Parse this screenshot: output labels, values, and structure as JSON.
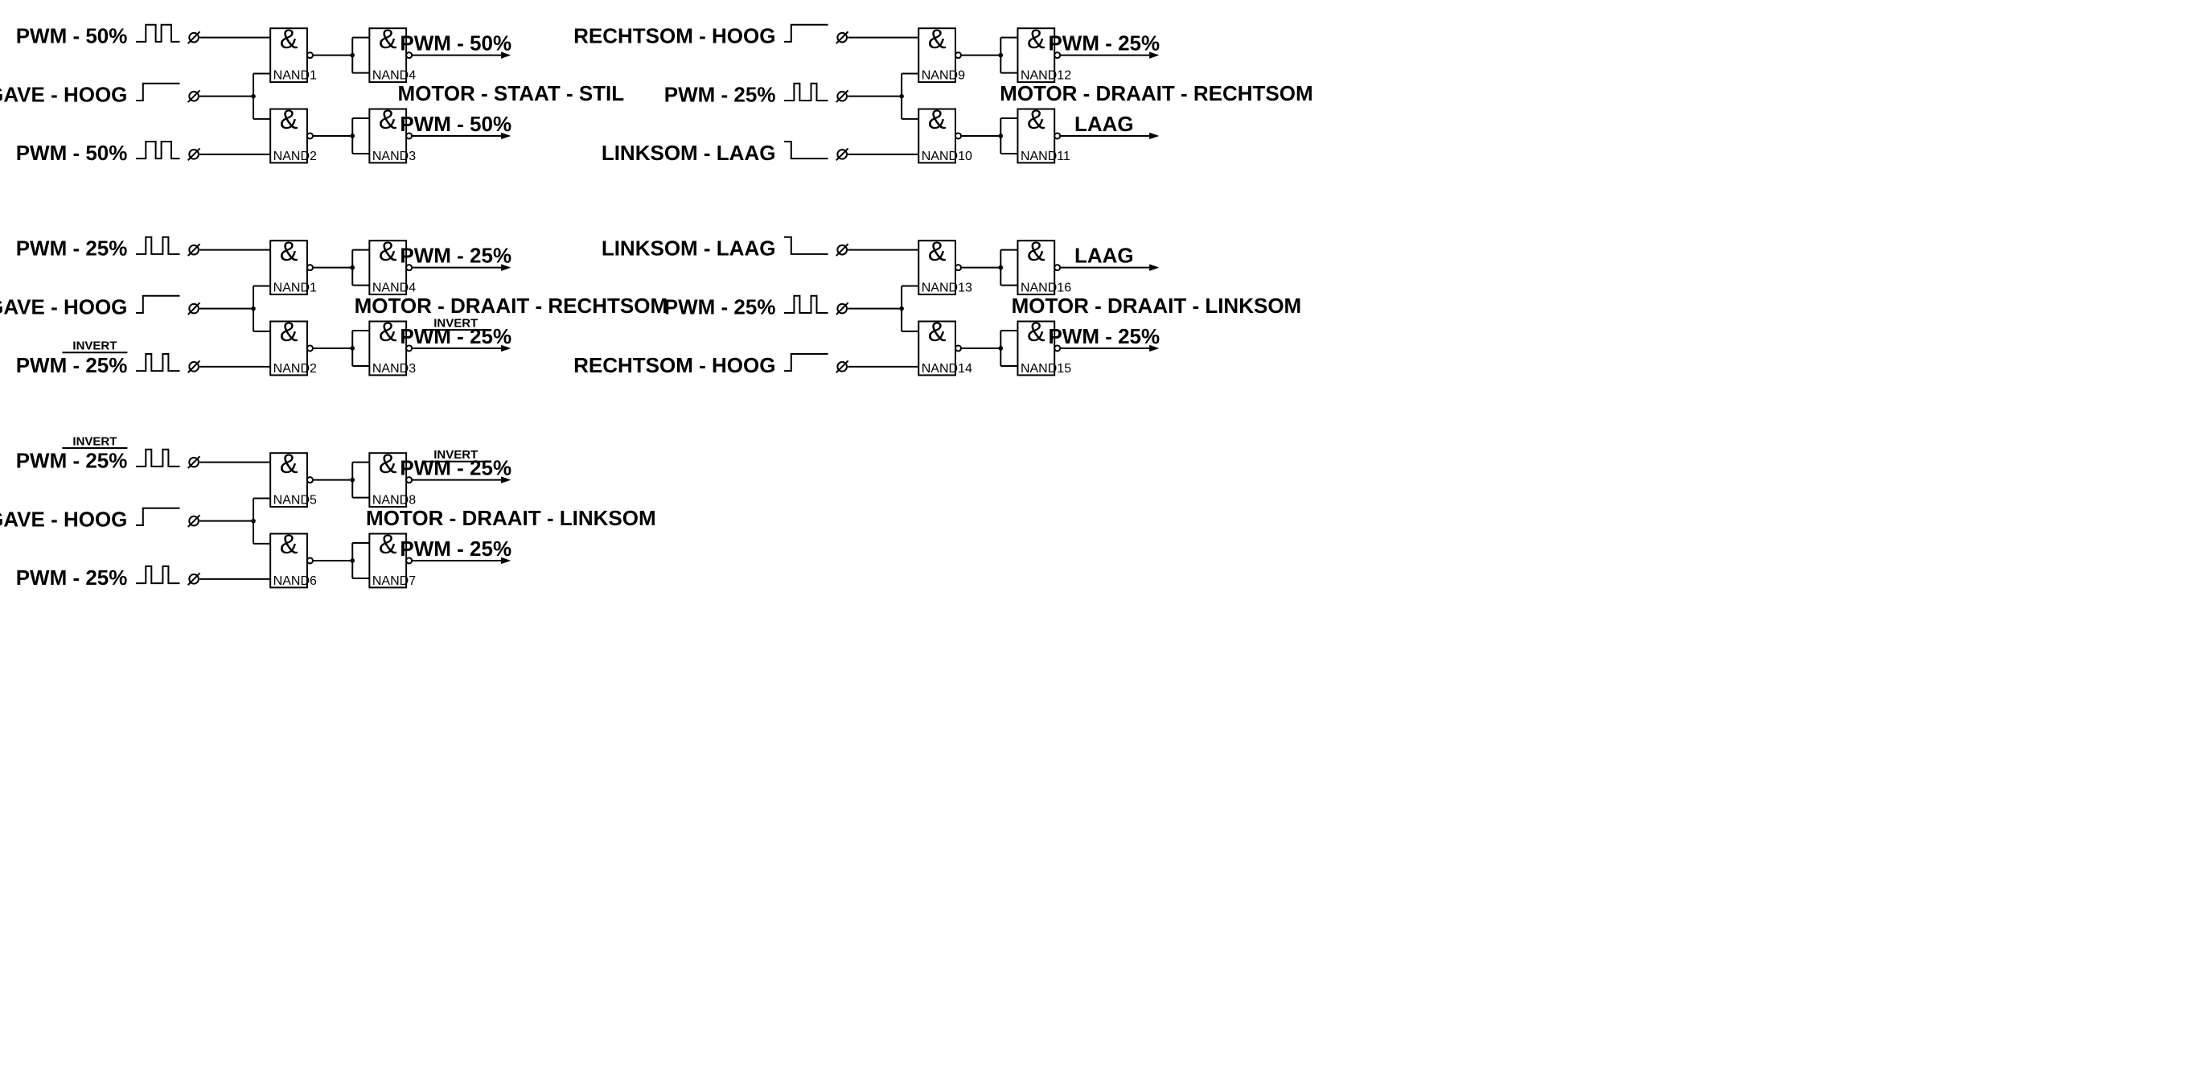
{
  "gate_symbol": "&",
  "colors": {
    "line": "#000000",
    "background": "#ffffff"
  },
  "circuits": [
    {
      "title": "MOTOR - STAAT - STIL",
      "inputs": [
        {
          "label": "PWM - 50%",
          "invert": "",
          "wave": "pwm50"
        },
        {
          "label": "VRIJGAVE - HOOG",
          "invert": "",
          "wave": "high"
        },
        {
          "label": "PWM - 50%",
          "invert": "",
          "wave": "pwm50"
        }
      ],
      "gates": [
        "NAND1",
        "NAND2",
        "NAND4",
        "NAND3"
      ],
      "outputs": [
        {
          "label": "PWM - 50%",
          "invert": ""
        },
        {
          "label": "PWM - 50%",
          "invert": ""
        }
      ]
    },
    {
      "title": "MOTOR - DRAAIT - RECHTSOM",
      "inputs": [
        {
          "label": "PWM - 25%",
          "invert": "",
          "wave": "pwm25"
        },
        {
          "label": "VRIJGAVE - HOOG",
          "invert": "",
          "wave": "high"
        },
        {
          "label": "PWM - 25%",
          "invert": "INVERT",
          "wave": "pwm25inv"
        }
      ],
      "gates": [
        "NAND1",
        "NAND2",
        "NAND4",
        "NAND3"
      ],
      "outputs": [
        {
          "label": "PWM - 25%",
          "invert": ""
        },
        {
          "label": "PWM - 25%",
          "invert": "INVERT"
        }
      ]
    },
    {
      "title": "MOTOR - DRAAIT - LINKSOM",
      "inputs": [
        {
          "label": "PWM - 25%",
          "invert": "INVERT",
          "wave": "pwm25inv"
        },
        {
          "label": "VRIJGAVE - HOOG",
          "invert": "",
          "wave": "high"
        },
        {
          "label": "PWM - 25%",
          "invert": "",
          "wave": "pwm25"
        }
      ],
      "gates": [
        "NAND5",
        "NAND6",
        "NAND8",
        "NAND7"
      ],
      "outputs": [
        {
          "label": "PWM - 25%",
          "invert": "INVERT"
        },
        {
          "label": "PWM - 25%",
          "invert": ""
        }
      ]
    },
    {
      "title": "MOTOR - DRAAIT - RECHTSOM",
      "inputs": [
        {
          "label": "RECHTSOM - HOOG",
          "invert": "",
          "wave": "high"
        },
        {
          "label": "PWM - 25%",
          "invert": "",
          "wave": "pwm25"
        },
        {
          "label": "LINKSOM - LAAG",
          "invert": "",
          "wave": "low"
        }
      ],
      "gates": [
        "NAND9",
        "NAND10",
        "NAND12",
        "NAND11"
      ],
      "outputs": [
        {
          "label": "PWM - 25%",
          "invert": ""
        },
        {
          "label": "LAAG",
          "invert": ""
        }
      ]
    },
    {
      "title": "MOTOR - DRAAIT - LINKSOM",
      "inputs": [
        {
          "label": "LINKSOM - LAAG",
          "invert": "",
          "wave": "low"
        },
        {
          "label": "PWM - 25%",
          "invert": "",
          "wave": "pwm25"
        },
        {
          "label": "RECHTSOM - HOOG",
          "invert": "",
          "wave": "high"
        }
      ],
      "gates": [
        "NAND13",
        "NAND14",
        "NAND16",
        "NAND15"
      ],
      "outputs": [
        {
          "label": "LAAG",
          "invert": ""
        },
        {
          "label": "PWM - 25%",
          "invert": ""
        }
      ]
    }
  ]
}
